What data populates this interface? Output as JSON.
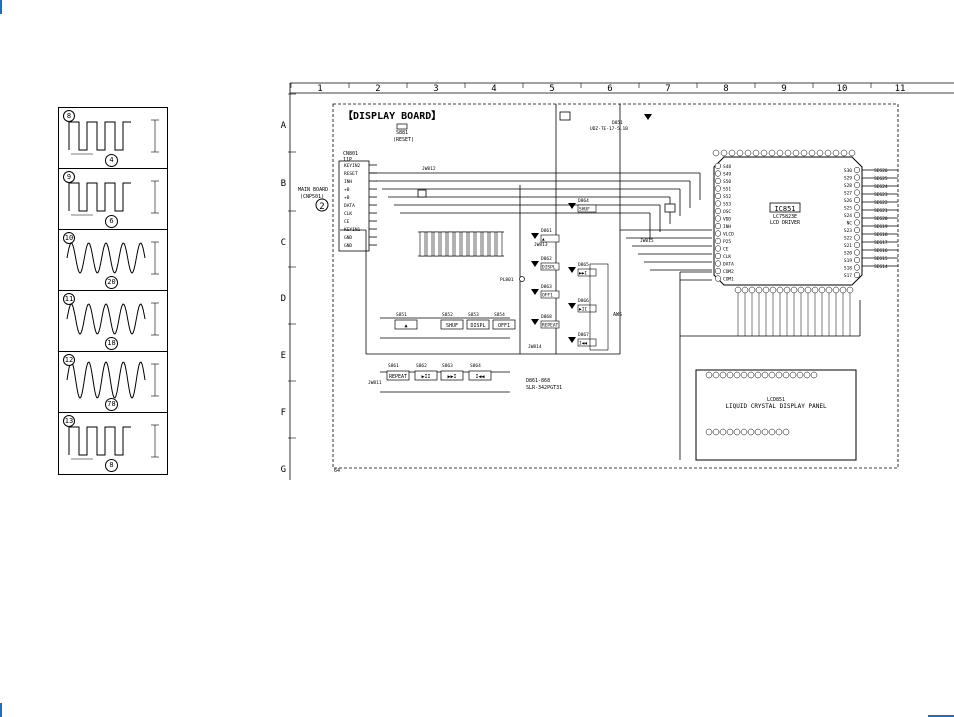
{
  "grid": {
    "columns": [
      "1",
      "2",
      "3",
      "4",
      "5",
      "6",
      "7",
      "8",
      "9",
      "10",
      "11"
    ],
    "rows": [
      "A",
      "B",
      "C",
      "D",
      "E",
      "F",
      "G"
    ]
  },
  "board_title": "【DISPLAY BOARD】",
  "page_ref": "64",
  "waveforms": [
    {
      "num": "8",
      "value": "4",
      "shape": "square"
    },
    {
      "num": "9",
      "value": "6",
      "shape": "square"
    },
    {
      "num": "10",
      "value": "20",
      "shape": "sine"
    },
    {
      "num": "11",
      "value": "18",
      "shape": "sine"
    },
    {
      "num": "12",
      "value": "78",
      "shape": "sine"
    },
    {
      "num": "13",
      "value": "8",
      "shape": "square"
    }
  ],
  "connector": {
    "ref": "CN801",
    "pins": "11P",
    "source": "MAIN BOARD",
    "source_ref": "(CNP501)",
    "marker": "2",
    "signals": [
      "KEYIN2",
      "RESET",
      "INH",
      "+B",
      "+B",
      "DATA",
      "CLK",
      "CE",
      "KEYIN1",
      "GND",
      "GND"
    ]
  },
  "ic": {
    "ref": "IC851",
    "part": "LC75823E",
    "role": "LCD DRIVER",
    "left_pins": [
      "S48",
      "S49",
      "S50",
      "S51",
      "S52",
      "S53",
      "OSC",
      "VDD",
      "INH",
      "VLCD",
      "P25",
      "CE",
      "CLK",
      "DATA",
      "COM2",
      "COM1"
    ],
    "right_pins": [
      "S30",
      "S29",
      "S28",
      "S27",
      "S26",
      "S25",
      "S24",
      "NC",
      "S23",
      "S22",
      "S21",
      "S20",
      "S19",
      "S18",
      "S17"
    ],
    "right_signals": [
      "SEG26",
      "SEG25",
      "SEG24",
      "SEG23",
      "SEG22",
      "SEG21",
      "SEG20",
      "SEG19",
      "SEG18",
      "SEG17",
      "SEG16",
      "SEG15",
      "SEG14"
    ]
  },
  "lcd": {
    "ref": "LCD851",
    "label": "LIQUID CRYSTAL DISPLAY PANEL"
  },
  "switches": [
    {
      "ref": "S851",
      "label": "▲"
    },
    {
      "ref": "S852",
      "label": "SHUF"
    },
    {
      "ref": "S853",
      "label": "DISPL"
    },
    {
      "ref": "S854",
      "label": "OFF1"
    },
    {
      "ref": "S861",
      "label": "REPEAT"
    },
    {
      "ref": "S862",
      "label": "▶II"
    },
    {
      "ref": "S863",
      "label": "▶▶I"
    },
    {
      "ref": "S864",
      "label": "I◀◀"
    }
  ],
  "leds": [
    {
      "ref": "D861",
      "label": "▲"
    },
    {
      "ref": "D862",
      "label": "DISPL"
    },
    {
      "ref": "D863",
      "label": "OFF1"
    },
    {
      "ref": "D864",
      "label": "SHUF"
    },
    {
      "ref": "D865",
      "label": "▶▶I"
    },
    {
      "ref": "D866",
      "label": "▶II"
    },
    {
      "ref": "D867",
      "label": "I◀◀"
    },
    {
      "ref": "D868",
      "label": "REPEAT"
    }
  ],
  "led_part": "SLR-342PGT31",
  "led_range": "D861-868",
  "misc": {
    "reset_sw": "S881",
    "reset_label": "(RESET)",
    "diode": "D851",
    "diode_part": "UDZ-TE-17-5.1B",
    "plug": "PL801",
    "aws": "AWS",
    "jumpers": [
      "JW811",
      "JW812",
      "JW813",
      "JW814",
      "JW815"
    ]
  }
}
